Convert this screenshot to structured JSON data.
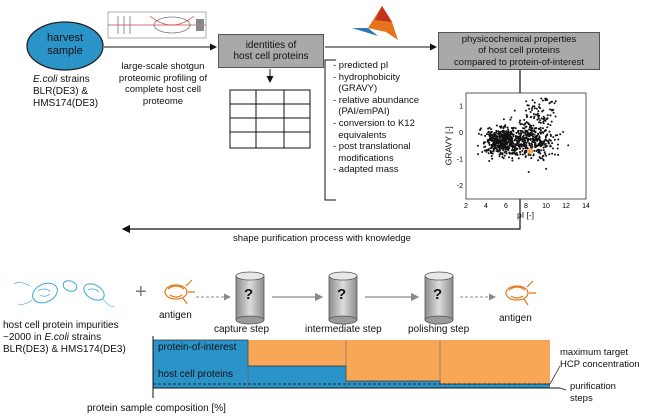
{
  "top": {
    "harvest": "harvest\nsample",
    "strains_italic": "E.coli",
    "strains_line1": " strains",
    "strains_line2": "BLR(DE3) &",
    "strains_line3": "HMS174(DE3)",
    "shotgun": "large-scale shotgun\nproteomic profiling of\ncomplete host cell\nproteome",
    "identities": "identities of\nhost cell proteins",
    "properties_list": [
      "- predicted pI",
      "- hydrophobicity",
      "  (GRAVY)",
      "- relative abundance",
      "  (PAI/emPAI)",
      "- conversion to K12",
      "  equivalents",
      "- post translational",
      "  modifications",
      "- adapted mass"
    ],
    "physchem": "physicochemical properties\nof host cell proteins\ncompared to protein-of-interest",
    "feedback": "shape purification process with knowledge"
  },
  "scatter": {
    "xlabel": "pI [-]",
    "ylabel": "GRAVY [-]",
    "xticks": [
      "2",
      "4",
      "6",
      "8",
      "10",
      "12",
      "14"
    ],
    "yticks": [
      "1",
      "0",
      "-1",
      "-2"
    ]
  },
  "bottom": {
    "hcp_line1": "host cell protein impurities",
    "hcp_line2_pre": "~2000 in ",
    "hcp_line2_it": "E.coli",
    "hcp_line2_post": " strains",
    "hcp_line3": "BLR(DE3) & HMS174(DE3)",
    "antigen_left": "antigen",
    "antigen_right": "antigen",
    "steps": [
      "capture step",
      "intermediate step",
      "polishing step"
    ],
    "column_mark": "?",
    "plus": "+",
    "poi": "protein-of-interest",
    "hcp": "host cell proteins",
    "max_target": "maximum target\nHCP concentration",
    "purif": "purification\nsteps",
    "ylab": "protein sample composition [%]"
  },
  "colors": {
    "orange": "#f7a755",
    "blue": "#2a93c8",
    "gray_box": "#a9a9a9",
    "sample": "#2a93c8"
  }
}
